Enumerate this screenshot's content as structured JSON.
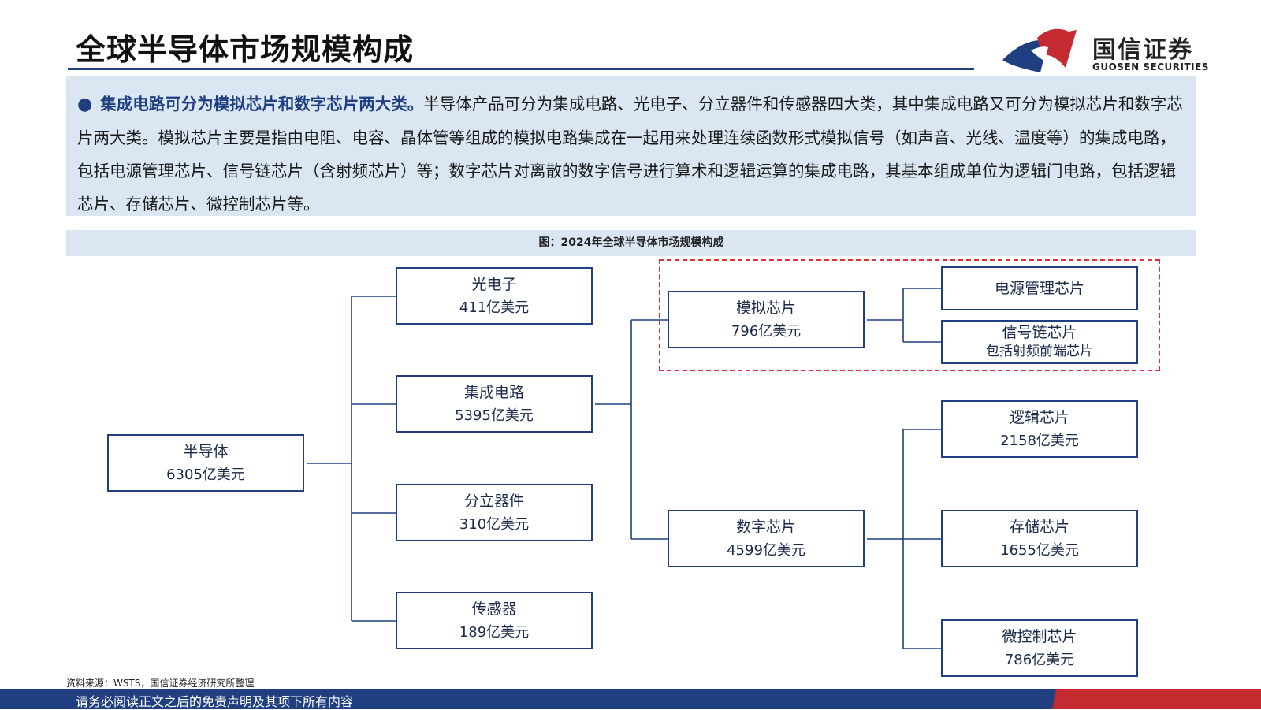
{
  "header": {
    "title": "全球半导体市场规模构成",
    "logo_name": "国信证券",
    "logo_en": "GUOSEN SECURITIES",
    "colors": {
      "navy": "#1f3f80",
      "red": "#c42a30",
      "panel": "#dbe6f3"
    }
  },
  "summary": {
    "bullet": "●",
    "lead": "集成电路可分为模拟芯片和数字芯片两大类。",
    "body": "半导体产品可分为集成电路、光电子、分立器件和传感器四大类，其中集成电路又可分为模拟芯片和数字芯片两大类。模拟芯片主要是指由电阻、电容、晶体管等组成的模拟电路集成在一起用来处理连续函数形式模拟信号（如声音、光线、温度等）的集成电路，包括电源管理芯片、信号链芯片（含射频芯片）等；数字芯片对离散的数字信号进行算术和逻辑运算的集成电路，其基本组成单位为逻辑门电路，包括逻辑芯片、存储芯片、微控制芯片等。"
  },
  "figure": {
    "caption": "图：2024年全球半导体市场规模构成"
  },
  "tree": {
    "root": {
      "name": "半导体",
      "value": "6305亿美元"
    },
    "level1": [
      {
        "name": "光电子",
        "value": "411亿美元"
      },
      {
        "name": "集成电路",
        "value": "5395亿美元"
      },
      {
        "name": "分立器件",
        "value": "310亿美元"
      },
      {
        "name": "传感器",
        "value": "189亿美元"
      }
    ],
    "ic_children": [
      {
        "name": "模拟芯片",
        "value": "796亿美元"
      },
      {
        "name": "数字芯片",
        "value": "4599亿美元"
      }
    ],
    "analog_children": [
      {
        "name": "电源管理芯片"
      },
      {
        "name": "信号链芯片",
        "note": "包括射频前端芯片"
      }
    ],
    "digital_children": [
      {
        "name": "逻辑芯片",
        "value": "2158亿美元"
      },
      {
        "name": "存储芯片",
        "value": "1655亿美元"
      },
      {
        "name": "微控制芯片",
        "value": "786亿美元"
      }
    ]
  },
  "footer": {
    "source": "资料来源：WSTS，国信证券经济研究所整理",
    "disclaimer": "请务必阅读正文之后的免责声明及其项下所有内容"
  }
}
